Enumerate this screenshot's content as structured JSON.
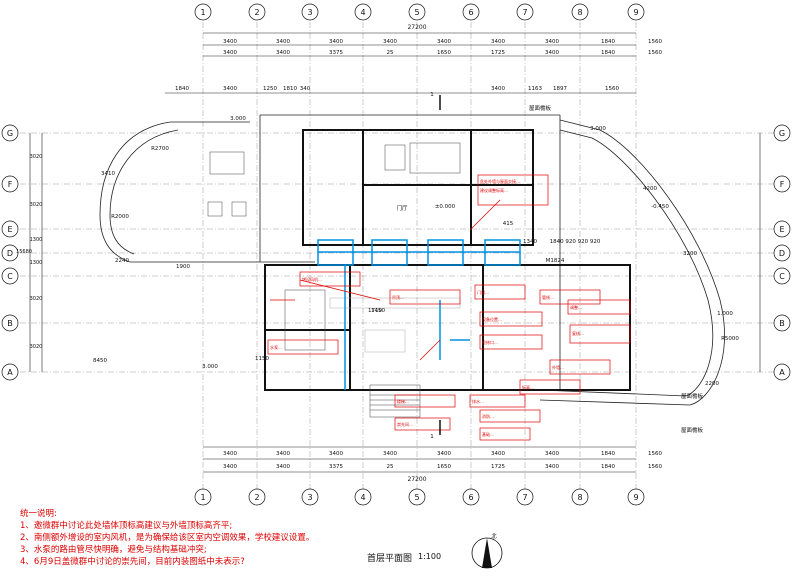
{
  "drawing": {
    "overall_dimension": "27200",
    "column_axes": [
      "1",
      "2",
      "3",
      "4",
      "5",
      "6",
      "7",
      "8",
      "9"
    ],
    "row_axes": [
      "G",
      "F",
      "E",
      "D",
      "C",
      "B",
      "A"
    ],
    "top_dims_row1": [
      "3400",
      "3400",
      "3400",
      "3400",
      "3400",
      "3400",
      "3400",
      "1840",
      "1560"
    ],
    "top_dims_row2": [
      "3400",
      "3400",
      "3375",
      "25",
      "1650",
      "1725",
      "3400",
      "1840",
      "1560"
    ],
    "upper_dims": [
      "1840",
      "3400",
      "1250",
      "1810",
      "340",
      "3400",
      "1163",
      "1897",
      "1560"
    ],
    "bottom_dims_row1": [
      "3400",
      "3400",
      "3400",
      "3400",
      "3400",
      "3400",
      "3400",
      "1840",
      "1560"
    ],
    "bottom_dims_row2": [
      "3400",
      "3400",
      "3375",
      "25",
      "1650",
      "1725",
      "3400",
      "1840",
      "1560"
    ],
    "left_row_dims": [
      "3020",
      "3020",
      "1300",
      "1300",
      "3020",
      "3020"
    ],
    "left_total": "15680",
    "misc_labels": {
      "level_3000_left": "3.000",
      "level_3000_right": "3.000",
      "level_3000_bottom": "3.000",
      "level_1000": "1.000",
      "level_minus_0450": "-0.450",
      "level_0000": "±0.000",
      "radius_r2700": "R2700",
      "radius_r5000": "R5000",
      "radius_r2000": "R2000",
      "dim_3410": "3410",
      "dim_2240": "2240",
      "dim_1900": "1900",
      "dim_8450": "8450",
      "dim_1150": "1150",
      "dim_1450": "1450",
      "dim_1710": "1710",
      "dim_4200": "4200",
      "dim_3200": "3200",
      "dim_2200": "2200",
      "dim_1840_920": "1840  920  920  920",
      "dim_1340": "1340",
      "dim_415": "415",
      "door_m1824": "M1824",
      "section_mark_top": "1",
      "section_mark_bottom": "1",
      "guard_rail_top": "屋面檐板",
      "guard_rail_left": "屋面檐板",
      "guard_rail_right": "屋面檐板",
      "room_label": "门厅",
      "north_label": "北"
    }
  },
  "notes": {
    "heading": "统一说明:",
    "items": [
      "1、邀微群中讨论此处墙体顶标高建议与外墙顶标高齐平;",
      "2、南侧额外增设的室内风机，是为确保给该区室内空调效果，学校建议设置。",
      "3、水泵的路由管尽快明确，避免与结构基础冲突;",
      "4、6月9日盖微群中讨论的崇先间，目前内装图纸中未表示?"
    ]
  },
  "plan_title": "首层平面图",
  "plan_scale": "1:100",
  "colors": {
    "red": "#e00000",
    "blue": "#0090e0",
    "black": "#111111",
    "gray": "#999999"
  }
}
